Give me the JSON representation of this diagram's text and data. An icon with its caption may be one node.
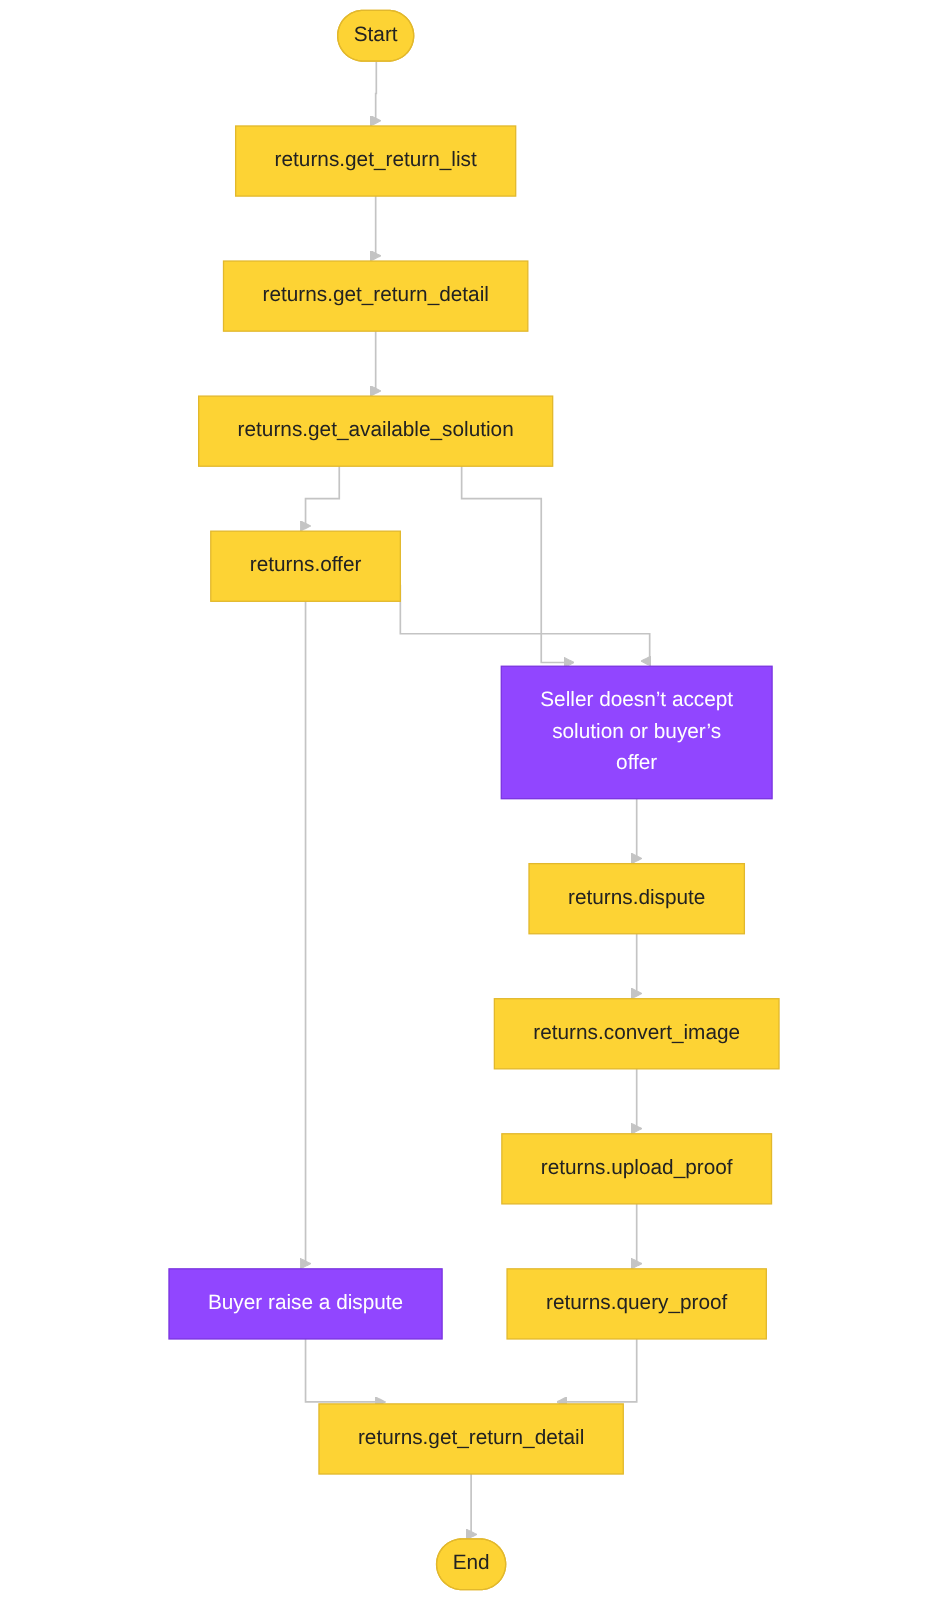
{
  "diagram": {
    "nodes": [
      {
        "text": [
          "Start"
        ]
      },
      {
        "text": [
          "returns.get_return_list"
        ]
      },
      {
        "text": [
          "returns.get_return_detail"
        ]
      },
      {
        "text": [
          "returns.get_available_solution"
        ]
      },
      {
        "text": [
          "returns.offer"
        ]
      },
      {
        "text": [
          "Seller doesn’t accept solution or buyer’s offer"
        ]
      },
      {
        "text": [
          "Buyer raise a dispute"
        ]
      },
      {
        "text": [
          "returns.dispute"
        ]
      },
      {
        "text": [
          "returns.convert_image"
        ]
      },
      {
        "text": [
          "returns.upload_proof"
        ]
      },
      {
        "text": [
          "returns.query_proof"
        ]
      },
      {
        "text": [
          "returns.get_return_detail"
        ]
      },
      {
        "text": [
          "End"
        ]
      }
    ],
    "edges": [
      {
        "from": 0,
        "to": 1,
        "arrow": "to"
      },
      {
        "from": 1,
        "to": 2,
        "arrow": "to"
      },
      {
        "from": 2,
        "to": 3,
        "arrow": "to"
      },
      {
        "from": 3,
        "to": 4,
        "arrow": "to"
      },
      {
        "from": 3,
        "to": 5,
        "arrow": "to"
      },
      {
        "from": 4,
        "to": 5,
        "arrow": "to"
      },
      {
        "from": 4,
        "to": 6,
        "arrow": "to"
      },
      {
        "from": 5,
        "to": 7,
        "arrow": "to"
      },
      {
        "from": 7,
        "to": 8,
        "arrow": "to"
      },
      {
        "from": 8,
        "to": 9,
        "arrow": "to"
      },
      {
        "from": 9,
        "to": 10,
        "arrow": "to"
      },
      {
        "from": 6,
        "to": 11,
        "arrow": "to"
      },
      {
        "from": 10,
        "to": 11,
        "arrow": "to"
      },
      {
        "from": 11,
        "to": 12,
        "arrow": "to"
      }
    ]
  }
}
